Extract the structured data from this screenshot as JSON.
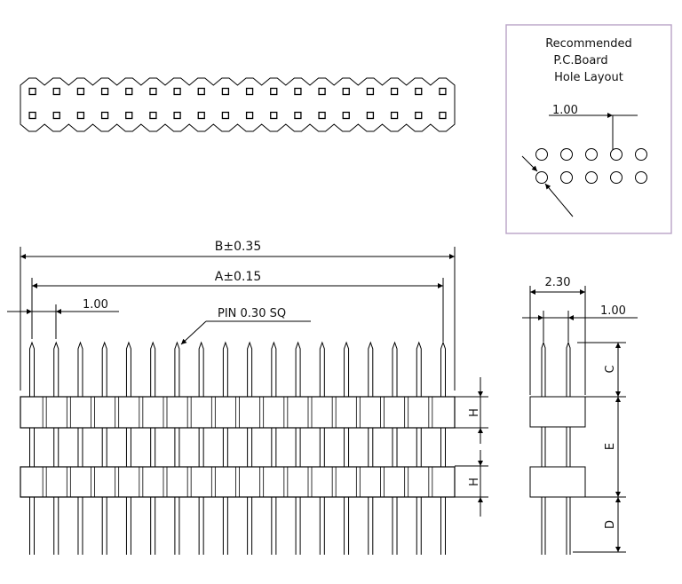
{
  "layout_box": {
    "line1": "Recommended",
    "line2": "P.C.Board",
    "line3": "Hole  Layout",
    "pitch": "1.00"
  },
  "front_view": {
    "overall_dim": "B±0.35",
    "pin_span_dim": "A±0.15",
    "pitch_dim": "1.00",
    "pin_label": "PIN  0.30  SQ",
    "height_label_upper": "H",
    "height_label_lower": "H"
  },
  "side_view": {
    "width_dim": "2.30",
    "pitch_dim": "1.00",
    "label_c": "C",
    "label_e": "E",
    "label_d": "D"
  },
  "pin_count": 18,
  "colors": {
    "line": "#000000",
    "layout_box_border": "#b8a2c6"
  }
}
